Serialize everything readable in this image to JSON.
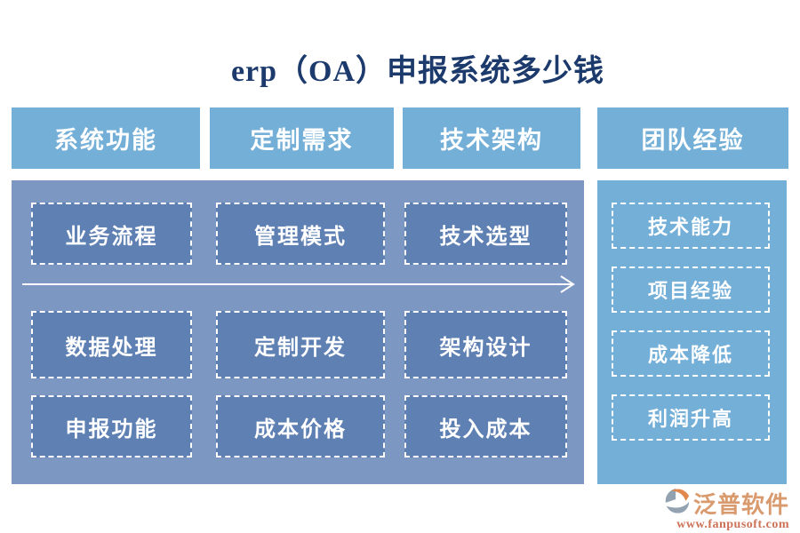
{
  "title": "erp（OA）申报系统多少钱",
  "headers": [
    "系统功能",
    "定制需求",
    "技术架构",
    "团队经验"
  ],
  "main_boxes": [
    [
      "业务流程",
      "管理模式",
      "技术选型"
    ],
    [
      "数据处理",
      "定制开发",
      "架构设计"
    ],
    [
      "申报功能",
      "成本价格",
      "投入成本"
    ]
  ],
  "right_boxes": [
    "技术能力",
    "项目经验",
    "成本降低",
    "利润升高"
  ],
  "logo": {
    "brand": "泛普软件",
    "url": "www.fanpusoft.com"
  },
  "colors": {
    "title_text": "#1c3a6c",
    "header_bg": "#74afd8",
    "main_panel_bg": "#7c98c2",
    "main_box_bg": "#5f80b3",
    "box_border": "#ffffff",
    "box_text": "#ffffff",
    "brand_text": "#d99a6e",
    "url_text": "#cd7257",
    "logo_gray": "#93a2b1",
    "logo_orange": "#e0884e"
  }
}
